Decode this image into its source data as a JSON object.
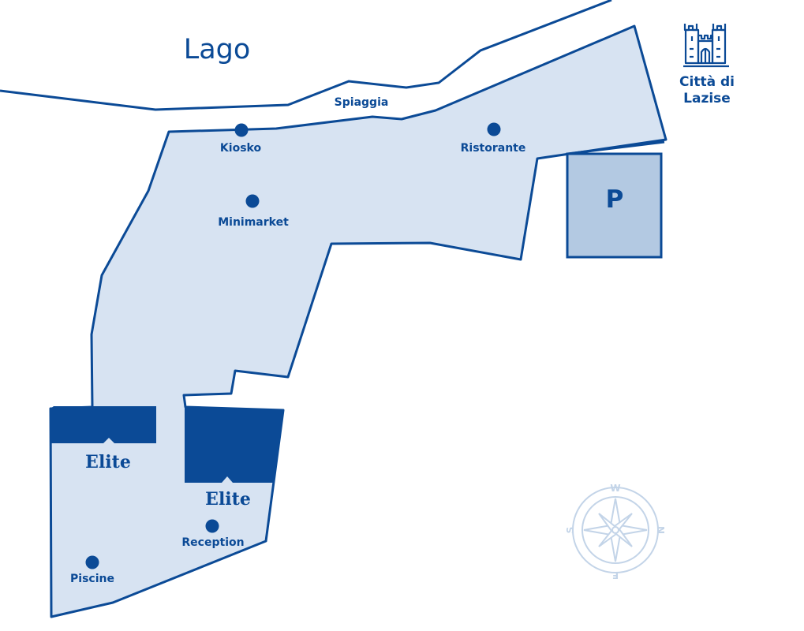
{
  "lake_label": "Lago",
  "beach_label": "Spiaggia",
  "town": {
    "line1": "Città di",
    "line2": "Lazise",
    "icon": "castle-icon"
  },
  "parking_label": "P",
  "points": {
    "kiosko": "Kiosko",
    "ristorante": "Ristorante",
    "minimarket": "Minimarket",
    "reception": "Reception",
    "piscine": "Piscine"
  },
  "elite_1": "Elite",
  "elite_2": "Elite",
  "compass": {
    "north": "N",
    "south": "S",
    "east": "E",
    "west": "W"
  },
  "colors": {
    "primary": "#0b4a96",
    "area_fill": "#d7e3f2",
    "parking_fill": "#b3c9e2",
    "compass": "#c3d4e8",
    "background": "#ffffff"
  }
}
